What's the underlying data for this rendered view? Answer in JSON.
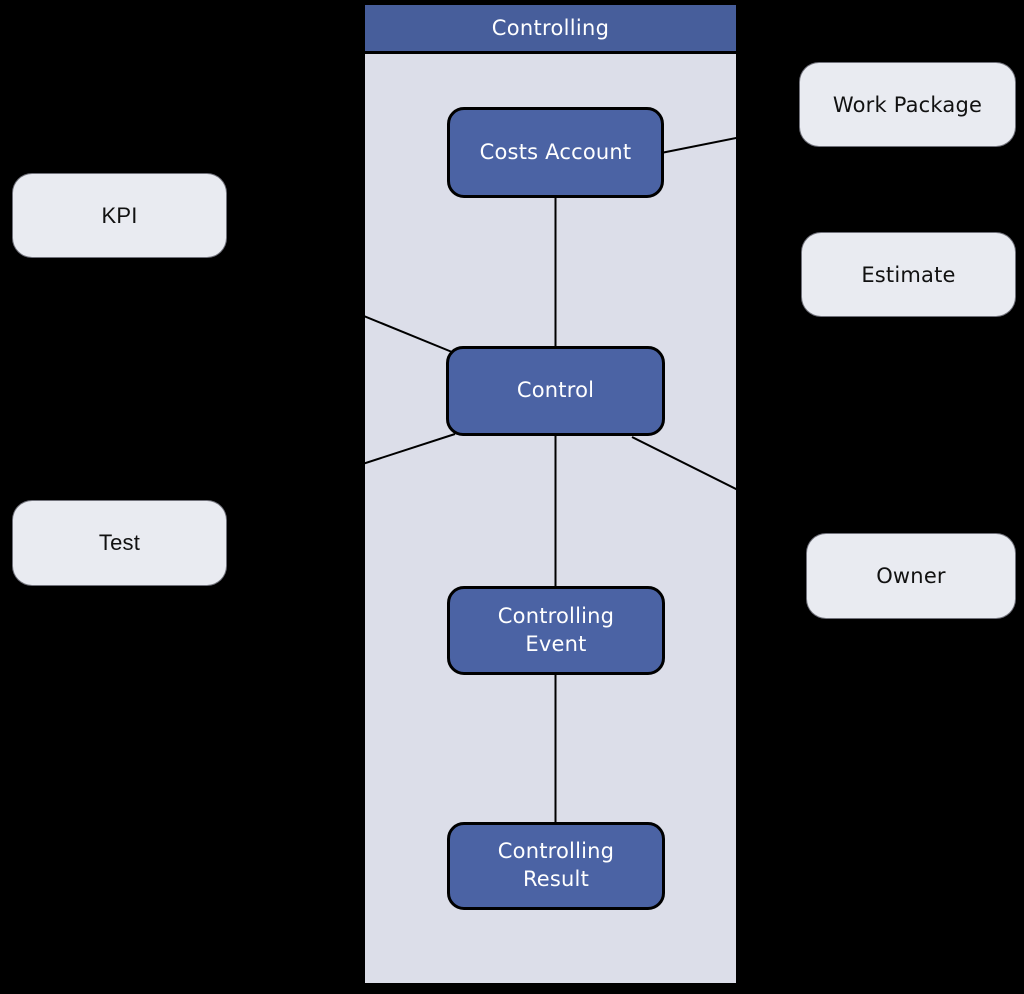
{
  "lane": {
    "title": "Controlling"
  },
  "nodes": {
    "costs_account": {
      "label": "Costs Account"
    },
    "control": {
      "label": "Control"
    },
    "controlling_event": {
      "label": "Controlling\nEvent"
    },
    "controlling_result": {
      "label": "Controlling\nResult"
    }
  },
  "external_entities": {
    "kpi": {
      "label": "KPI"
    },
    "test": {
      "label": "Test"
    },
    "work_package": {
      "label": "Work Package"
    },
    "estimate": {
      "label": "Estimate"
    },
    "owner": {
      "label": "Owner"
    }
  },
  "connections": [
    {
      "from": "Costs Account",
      "to": "Control"
    },
    {
      "from": "Control",
      "to": "Controlling Event"
    },
    {
      "from": "Controlling Event",
      "to": "Controlling Result"
    },
    {
      "from": "Costs Account",
      "to": "Work Package"
    },
    {
      "from": "Control",
      "to": "KPI"
    },
    {
      "from": "Control",
      "to": "Test"
    },
    {
      "from": "Control",
      "to": "Owner"
    }
  ],
  "colors": {
    "background": "#000000",
    "lane_header_fill": "#475e9b",
    "lane_body_fill": "#dcdee9",
    "node_fill": "#4b63a4",
    "node_text": "#ffffff",
    "entity_fill": "#e9ebf1",
    "entity_text": "#111111",
    "line": "#000000"
  }
}
